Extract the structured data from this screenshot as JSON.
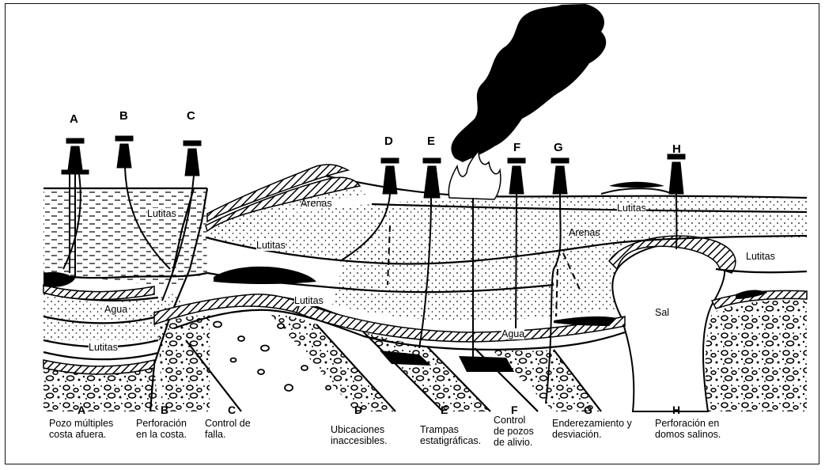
{
  "top_letters": [
    "A",
    "B",
    "C",
    "D",
    "E",
    "F",
    "G",
    "H"
  ],
  "layers": {
    "lutitas_1": "Lutitas",
    "arenas_1": "Arenas",
    "lutitas_2": "Lutitas",
    "agua_1": "Agua",
    "lutitas_3": "Lutitas",
    "lutitas_4": "Lutitas",
    "lutitas_5": "Lutitas",
    "arenas_2": "Arenas",
    "lutitas_6": "Lutitas",
    "sal": "Sal",
    "agua_2": "Agua"
  },
  "captions": [
    {
      "letter": "A",
      "text": "Pozo múltiples\ncosta afuera."
    },
    {
      "letter": "B",
      "text": "Perforación\nen la costa."
    },
    {
      "letter": "C",
      "text": "Control de\nfalla."
    },
    {
      "letter": "D",
      "text": "Ubicaciones\ninaccesibles."
    },
    {
      "letter": "E",
      "text": "Trampas\nestatigráficas."
    },
    {
      "letter": "F",
      "text": "Control\nde pozos\nde alivio."
    },
    {
      "letter": "G",
      "text": "Enderezamiento y\ndesviación."
    },
    {
      "letter": "H",
      "text": "Perforación en\ndomos salinos."
    }
  ]
}
